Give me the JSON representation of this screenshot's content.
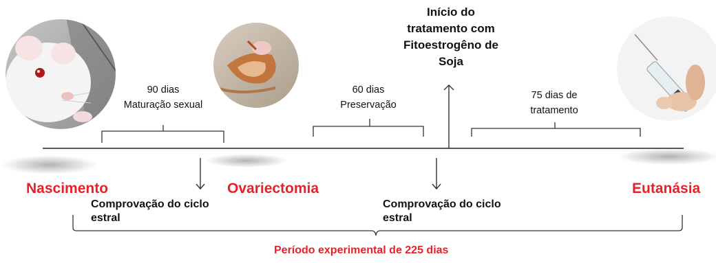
{
  "colors": {
    "accent_red": "#e8202a",
    "line": "#222222",
    "bracket": "#333333"
  },
  "images": {
    "rat": "rat-photo",
    "surgery": "ovariectomy-surgery-photo",
    "syringe": "syringe-photo"
  },
  "stages": {
    "birth": "Nascimento",
    "ovariectomy": "Ovariectomia",
    "euthanasia": "Eutanásia"
  },
  "intervals": {
    "maturation_days": "90 dias",
    "maturation_label": "Maturação sexual",
    "preservation_days": "60 dias",
    "preservation_label": "Preservação",
    "treatment_line1": "75 dias de",
    "treatment_line2": "tratamento"
  },
  "treatment_start": {
    "line1": "Início do",
    "line2": "tratamento com",
    "line3": "Fitoestrogêno de",
    "line4": "Soja"
  },
  "cycle_check": {
    "first_line1": "Comprovação do ciclo",
    "first_line2": "estral",
    "second_line1": "Comprovação do ciclo",
    "second_line2": "estral"
  },
  "period": "Período experimental de 225 dias"
}
